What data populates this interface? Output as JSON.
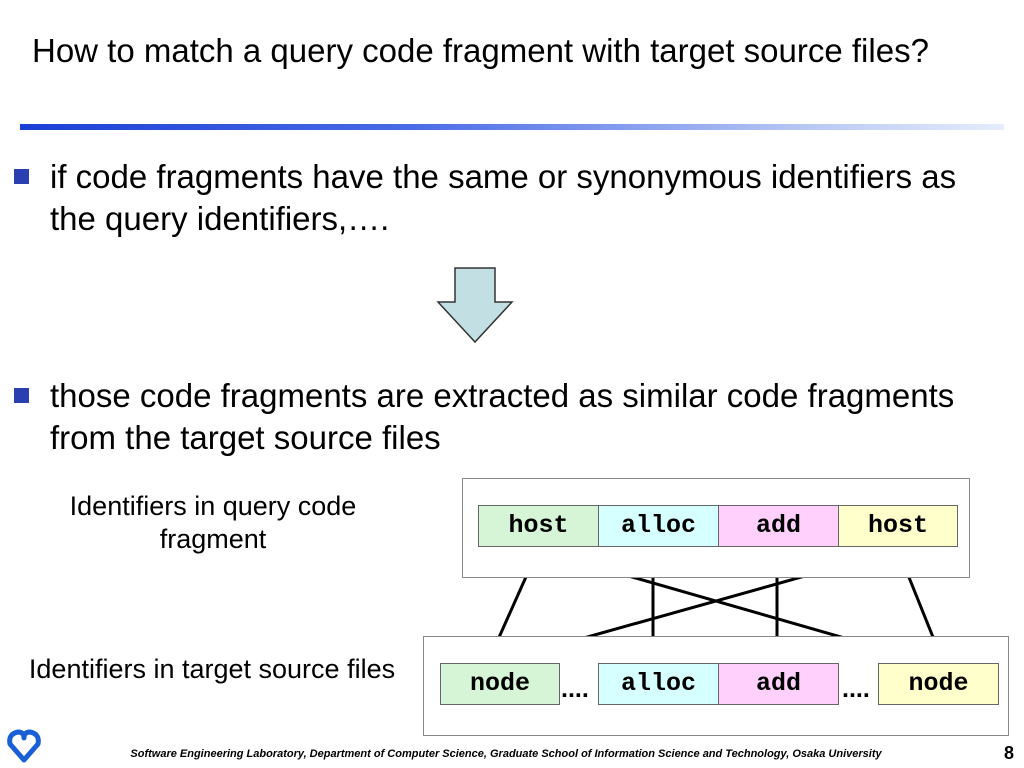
{
  "slide": {
    "title": "How to match a query code fragment with target source files?",
    "bullets": [
      "if code fragments have the same or synonymous identifiers as the query identifiers,….",
      "those code fragments are extracted as similar code fragments from the target source files"
    ],
    "arrow_icon": "down-arrow-icon"
  },
  "diagram": {
    "query_caption": "Identifiers in query code fragment",
    "target_caption": "Identifiers in target source files",
    "query_tokens": [
      "host",
      "alloc",
      "add",
      "host"
    ],
    "target_tokens": [
      "node",
      "alloc",
      "add",
      "node"
    ],
    "ellipsis": "....",
    "colors": {
      "green": "#d6f5d6",
      "cyan": "#d6ffff",
      "pink": "#ffd0fb",
      "yellow": "#ffffcc"
    }
  },
  "footer": {
    "text": "Software Engineering Laboratory,  Department of Computer Science,  Graduate School of Information Science and Technology,  Osaka University",
    "page_number": "8",
    "logo_icon": "university-logo-icon"
  }
}
